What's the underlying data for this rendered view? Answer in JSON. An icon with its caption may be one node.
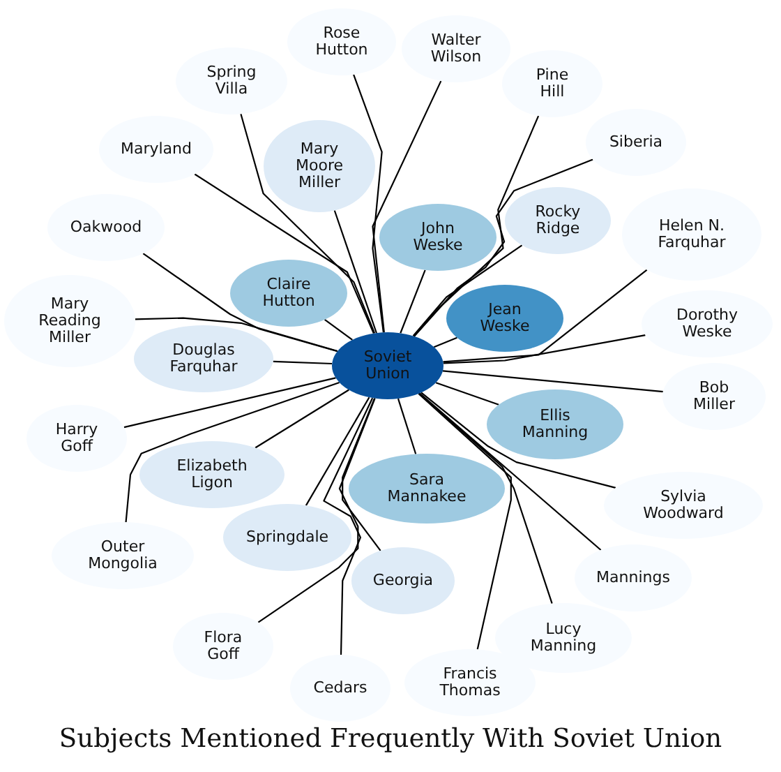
{
  "diagram": {
    "title": "Subjects Mentioned Frequently With Soviet Union",
    "nodes": [
      {
        "text": [
          "Rose Hutton"
        ]
      },
      {
        "text": [
          "Walter Wilson"
        ]
      },
      {
        "text": [
          "Spring Villa"
        ]
      },
      {
        "text": [
          "Pine Hill"
        ]
      },
      {
        "text": [
          "Siberia"
        ]
      },
      {
        "text": [
          "Maryland"
        ]
      },
      {
        "text": [
          "Mary Moore Miller"
        ]
      },
      {
        "text": [
          "Rocky Ridge"
        ]
      },
      {
        "text": [
          "Oakwood"
        ]
      },
      {
        "text": [
          "John Weske"
        ]
      },
      {
        "text": [
          "Helen N. Farquhar"
        ]
      },
      {
        "text": [
          "Claire Hutton"
        ]
      },
      {
        "text": [
          "Mary Reading Miller"
        ]
      },
      {
        "text": [
          "Dorothy Weske"
        ]
      },
      {
        "text": [
          "Jean Weske"
        ]
      },
      {
        "text": [
          "Douglas Farquhar"
        ]
      },
      {
        "text": [
          "Soviet Union"
        ]
      },
      {
        "text": [
          "Bob Miller"
        ]
      },
      {
        "text": [
          "Ellis Manning"
        ]
      },
      {
        "text": [
          "Harry Goff"
        ]
      },
      {
        "text": [
          "Elizabeth Ligon"
        ]
      },
      {
        "text": [
          "Sara Mannakee"
        ]
      },
      {
        "text": [
          "Sylvia Woodward"
        ]
      },
      {
        "text": [
          "Springdale"
        ]
      },
      {
        "text": [
          "Outer Mongolia"
        ]
      },
      {
        "text": [
          "Mannings"
        ]
      },
      {
        "text": [
          "Georgia"
        ]
      },
      {
        "text": [
          "Lucy Manning"
        ]
      },
      {
        "text": [
          "Flora Goff"
        ]
      },
      {
        "text": [
          "Cedars"
        ]
      },
      {
        "text": [
          "Francis Thomas"
        ]
      }
    ],
    "edges": [
      {
        "from": 16,
        "to": 0,
        "arrow": "none"
      },
      {
        "from": 16,
        "to": 1,
        "arrow": "none"
      },
      {
        "from": 16,
        "to": 2,
        "arrow": "none"
      },
      {
        "from": 16,
        "to": 3,
        "arrow": "none"
      },
      {
        "from": 16,
        "to": 4,
        "arrow": "none"
      },
      {
        "from": 16,
        "to": 5,
        "arrow": "none"
      },
      {
        "from": 16,
        "to": 6,
        "arrow": "none"
      },
      {
        "from": 16,
        "to": 7,
        "arrow": "none"
      },
      {
        "from": 16,
        "to": 8,
        "arrow": "none"
      },
      {
        "from": 16,
        "to": 9,
        "arrow": "none"
      },
      {
        "from": 16,
        "to": 10,
        "arrow": "none"
      },
      {
        "from": 16,
        "to": 11,
        "arrow": "none"
      },
      {
        "from": 16,
        "to": 12,
        "arrow": "none"
      },
      {
        "from": 16,
        "to": 13,
        "arrow": "none"
      },
      {
        "from": 16,
        "to": 14,
        "arrow": "none"
      },
      {
        "from": 16,
        "to": 15,
        "arrow": "none"
      },
      {
        "from": 16,
        "to": 17,
        "arrow": "none"
      },
      {
        "from": 16,
        "to": 18,
        "arrow": "none"
      },
      {
        "from": 16,
        "to": 19,
        "arrow": "none"
      },
      {
        "from": 16,
        "to": 20,
        "arrow": "none"
      },
      {
        "from": 16,
        "to": 21,
        "arrow": "none"
      },
      {
        "from": 16,
        "to": 22,
        "arrow": "none"
      },
      {
        "from": 16,
        "to": 23,
        "arrow": "none"
      },
      {
        "from": 16,
        "to": 24,
        "arrow": "none"
      },
      {
        "from": 16,
        "to": 25,
        "arrow": "none"
      },
      {
        "from": 16,
        "to": 26,
        "arrow": "none"
      },
      {
        "from": 16,
        "to": 27,
        "arrow": "none"
      },
      {
        "from": 16,
        "to": 28,
        "arrow": "none"
      },
      {
        "from": 16,
        "to": 29,
        "arrow": "none"
      },
      {
        "from": 16,
        "to": 30,
        "arrow": "none"
      }
    ]
  }
}
